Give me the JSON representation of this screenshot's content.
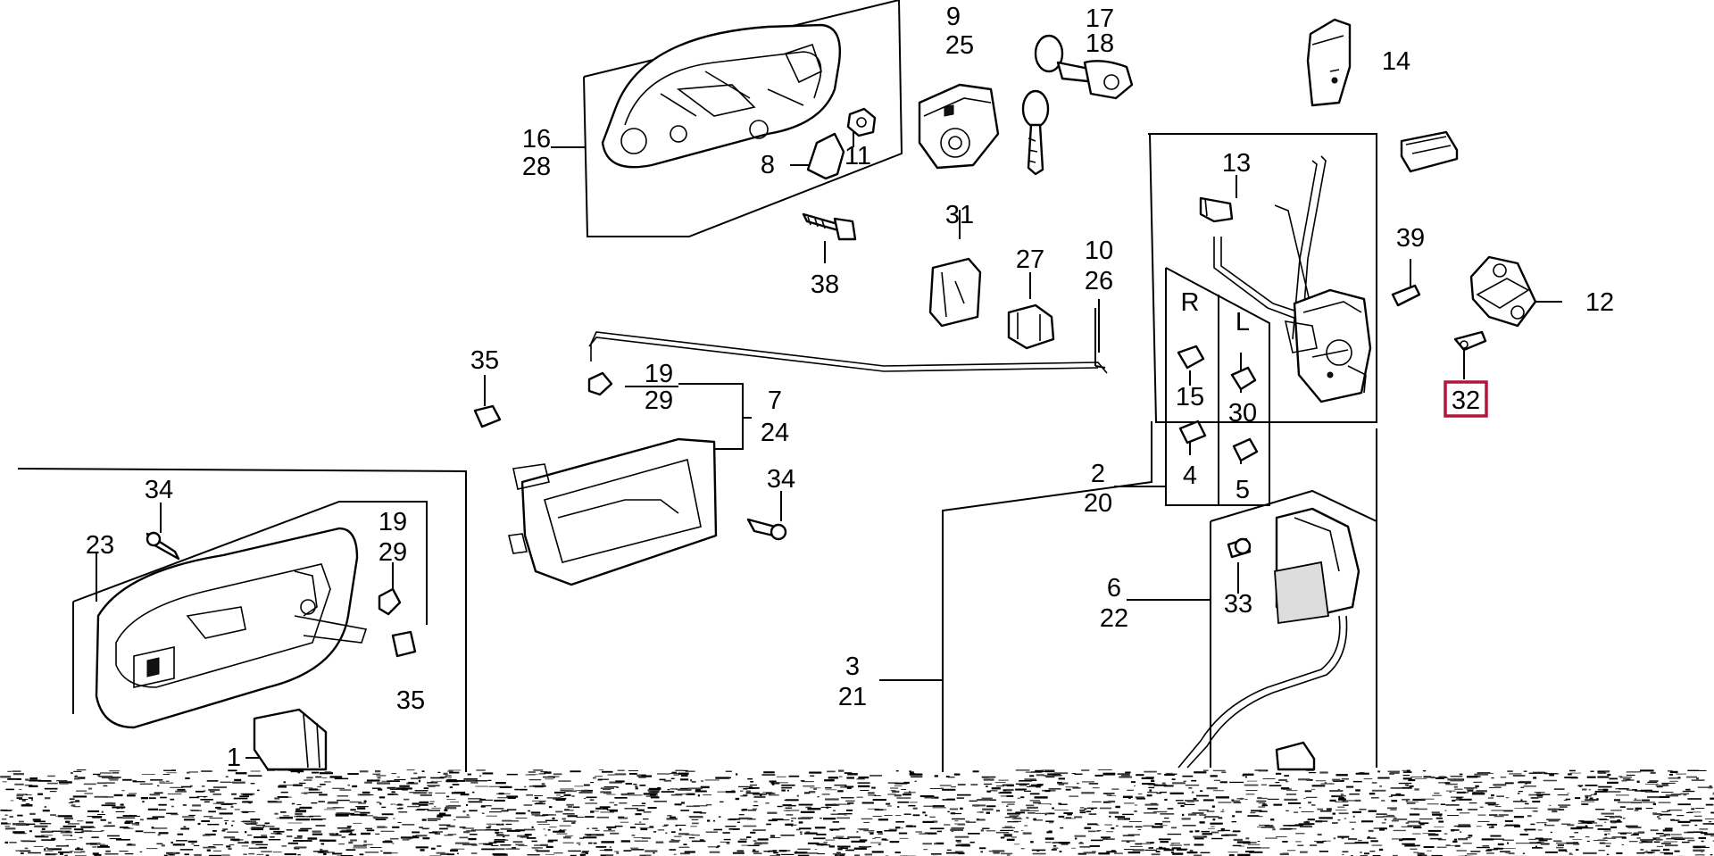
{
  "diagram": {
    "callouts": [
      {
        "id": "c9",
        "lines": [
          "9",
          "25"
        ]
      },
      {
        "id": "c17",
        "lines": [
          "17",
          "18"
        ]
      },
      {
        "id": "c14",
        "lines": [
          "14"
        ]
      },
      {
        "id": "c16",
        "lines": [
          "16",
          "28"
        ]
      },
      {
        "id": "c8",
        "lines": [
          "8"
        ]
      },
      {
        "id": "c11",
        "lines": [
          "11"
        ]
      },
      {
        "id": "c13",
        "lines": [
          "13"
        ]
      },
      {
        "id": "c39",
        "lines": [
          "39"
        ]
      },
      {
        "id": "c12",
        "lines": [
          "12"
        ]
      },
      {
        "id": "c31",
        "lines": [
          "31"
        ]
      },
      {
        "id": "c27",
        "lines": [
          "27"
        ]
      },
      {
        "id": "c10",
        "lines": [
          "10",
          "26"
        ]
      },
      {
        "id": "c38",
        "lines": [
          "38"
        ]
      },
      {
        "id": "c35a",
        "lines": [
          "35"
        ]
      },
      {
        "id": "c19a",
        "lines": [
          "19",
          "29"
        ]
      },
      {
        "id": "c7",
        "lines": [
          "7",
          "24"
        ]
      },
      {
        "id": "cR",
        "lines": [
          "R"
        ]
      },
      {
        "id": "cL",
        "lines": [
          "L"
        ]
      },
      {
        "id": "c15",
        "lines": [
          "15"
        ]
      },
      {
        "id": "c30",
        "lines": [
          "30"
        ]
      },
      {
        "id": "c4",
        "lines": [
          "4"
        ]
      },
      {
        "id": "c5",
        "lines": [
          "5"
        ]
      },
      {
        "id": "c2",
        "lines": [
          "2",
          "20"
        ]
      },
      {
        "id": "c32",
        "lines": [
          "32"
        ]
      },
      {
        "id": "c34a",
        "lines": [
          "34"
        ]
      },
      {
        "id": "c34b",
        "lines": [
          "34"
        ]
      },
      {
        "id": "c23",
        "lines": [
          "23"
        ]
      },
      {
        "id": "c19b",
        "lines": [
          "19",
          "29"
        ]
      },
      {
        "id": "c35b",
        "lines": [
          "35"
        ]
      },
      {
        "id": "c6",
        "lines": [
          "6",
          "22"
        ]
      },
      {
        "id": "c33",
        "lines": [
          "33"
        ]
      },
      {
        "id": "c3",
        "lines": [
          "3",
          "21"
        ]
      },
      {
        "id": "c1",
        "lines": [
          "1"
        ]
      }
    ],
    "highlight": {
      "callout": "c32",
      "color": "#b0173a"
    }
  }
}
